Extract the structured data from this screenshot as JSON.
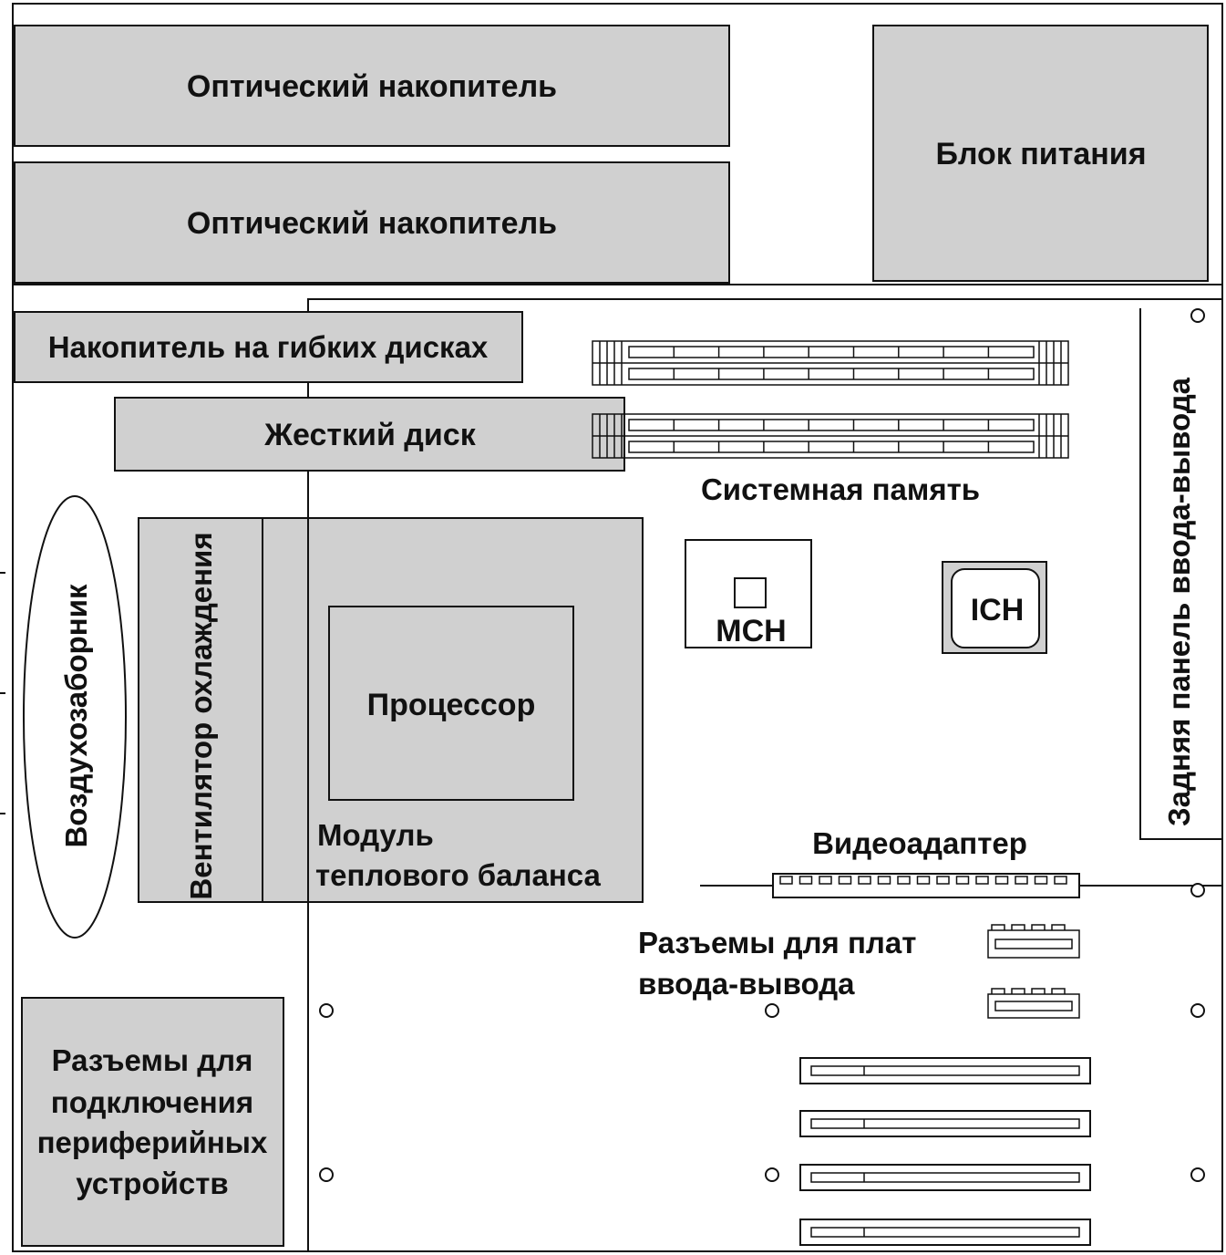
{
  "labels": {
    "optical_drive_1": "Оптический накопитель",
    "optical_drive_2": "Оптический накопитель",
    "power_supply": "Блок питания",
    "floppy_drive": "Накопитель на гибких дисках",
    "hard_disk": "Жесткий диск",
    "system_memory": "Системная память",
    "mch": "MCH",
    "ich": "ICH",
    "rear_io_panel": "Задняя панель ввода-вывода",
    "air_intake": "Воздухозаборник",
    "cooling_fan": "Вентилятор охлаждения",
    "processor": "Процессор",
    "thermal_module_line1": "Модуль",
    "thermal_module_line2": "теплового баланса",
    "video_adapter": "Видеоадаптер",
    "io_slots_line1": "Разъемы для плат",
    "io_slots_line2": "ввода-вывода",
    "peripheral_line1": "Разъемы для",
    "peripheral_line2": "подключения",
    "peripheral_line3": "периферийных",
    "peripheral_line4": "устройств"
  },
  "colors": {
    "component_fill": "#d0d0d0",
    "outline": "#111111",
    "background": "#ffffff"
  }
}
